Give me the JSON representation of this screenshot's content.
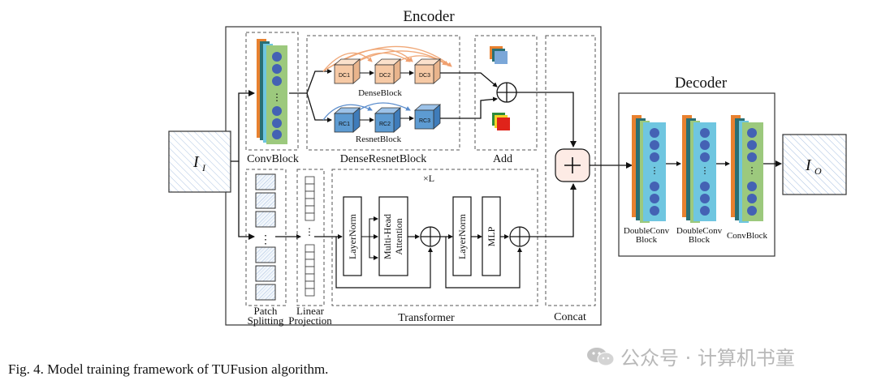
{
  "encoder": {
    "title": "Encoder"
  },
  "decoder": {
    "title": "Decoder"
  },
  "input_label": "I",
  "input_sub": "I",
  "output_label": "I",
  "output_sub": "O",
  "convblock": {
    "label": "ConvBlock"
  },
  "dense_resnet": {
    "label": "DenseResnetBlock",
    "dense_caption": "DenseBlock",
    "resnet_caption": "ResnetBlock",
    "dense_cubes": [
      "DC1",
      "DC2",
      "DC3"
    ],
    "resnet_cubes": [
      "RC1",
      "RC2",
      "RC3"
    ]
  },
  "add": {
    "label": "Add"
  },
  "concat": {
    "label": "Concat"
  },
  "patch": {
    "label_line1": "Patch",
    "label_line2": "Splitting"
  },
  "linear": {
    "label_line1": "Linear",
    "label_line2": "Projection"
  },
  "transformer": {
    "label": "Transformer",
    "repeat": "×L",
    "layernorm1": "LayerNorm",
    "mha_line1": "Multi-Head",
    "mha_line2": "Attention",
    "layernorm2": "LayerNorm",
    "mlp": "MLP"
  },
  "decoder_blocks": [
    {
      "line1": "DoubleConv",
      "line2": "Block"
    },
    {
      "line1": "DoubleConv",
      "line2": "Block"
    },
    {
      "line1": "ConvBlock",
      "line2": ""
    }
  ],
  "caption": "Fig. 4.   Model training framework of TUFusion algorithm.",
  "watermark": "公众号 · 计算机书童",
  "colors": {
    "orange": "#e8812f",
    "teal": "#2a6f74",
    "light_blue": "#6fc6e0",
    "green": "#9cc97d",
    "dot": "#4462b4",
    "dense_cube": "#f6c9a5",
    "resnet_cube": "#5d9bd2",
    "hatch": "#aac2e2"
  }
}
